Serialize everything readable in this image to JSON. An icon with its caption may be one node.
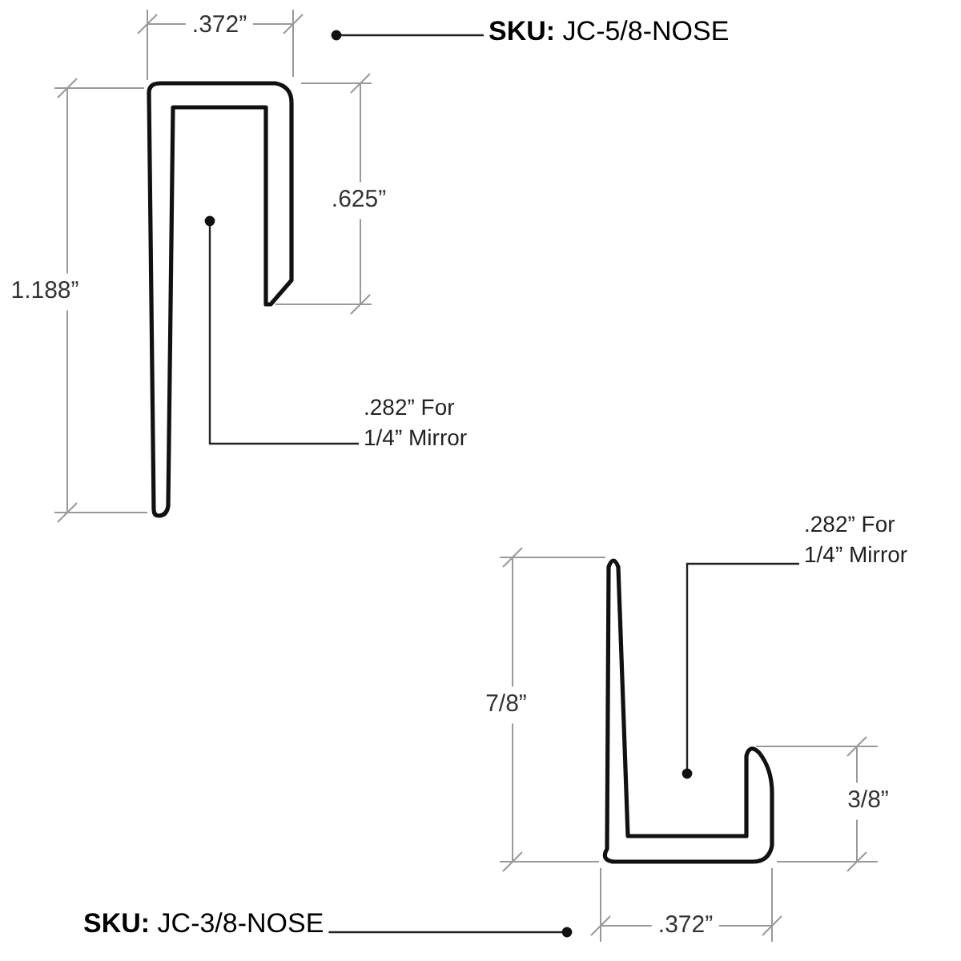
{
  "diagram": {
    "nodes": [
      {
        "text": [
          "**SKU:** JC-5/8-NOSE"
        ]
      },
      {
        "text": [
          ".282” For 1/4” Mirror"
        ]
      },
      {
        "text": [
          ".282” For 1/4” Mirror"
        ]
      },
      {
        "text": [
          "**SKU:** JC-3/8-NOSE"
        ]
      }
    ],
    "edges": [
      {
        "from": 0,
        "to": null,
        "arrow": "other"
      },
      {
        "from": 1,
        "to": null,
        "arrow": "other"
      },
      {
        "from": 2,
        "to": null,
        "arrow": "other"
      },
      {
        "from": 3,
        "to": null,
        "arrow": "other"
      }
    ],
    "labels": [
      ".372”",
      ".625”",
      "1.188”",
      "7/8”",
      "3/8”",
      ".372”"
    ]
  }
}
